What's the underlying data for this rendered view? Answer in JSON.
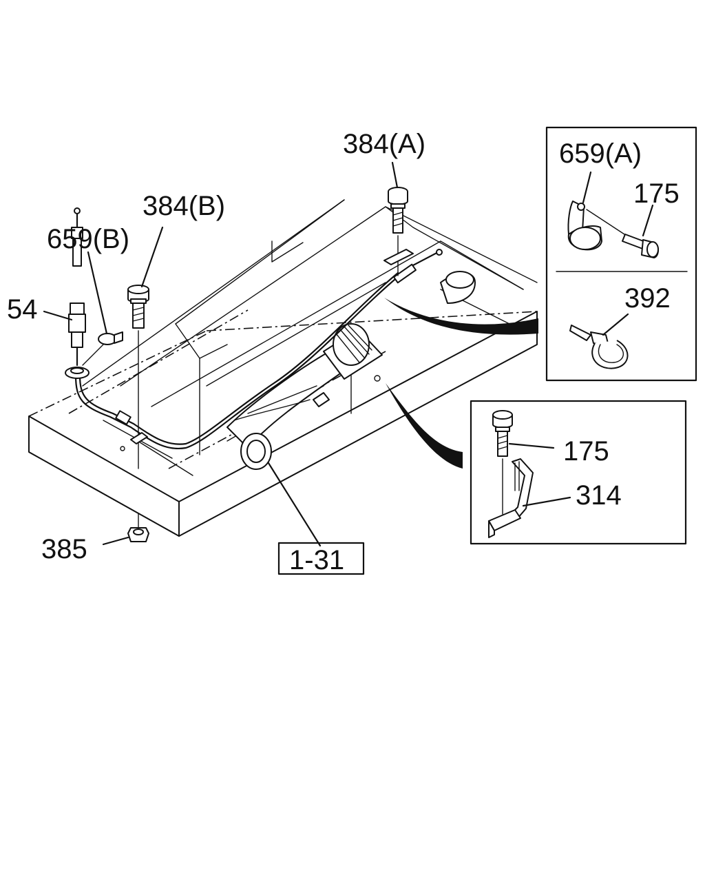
{
  "callouts": {
    "bolt_a": "384(A)",
    "bolt_b": "384(B)",
    "clip_b": "659(B)",
    "cable": "54",
    "nut": "385",
    "reference": "1-31",
    "clip_a": "659(A)",
    "bolt_175_top": "175",
    "band": "392",
    "bolt_175_bottom": "175",
    "bracket": "314"
  }
}
